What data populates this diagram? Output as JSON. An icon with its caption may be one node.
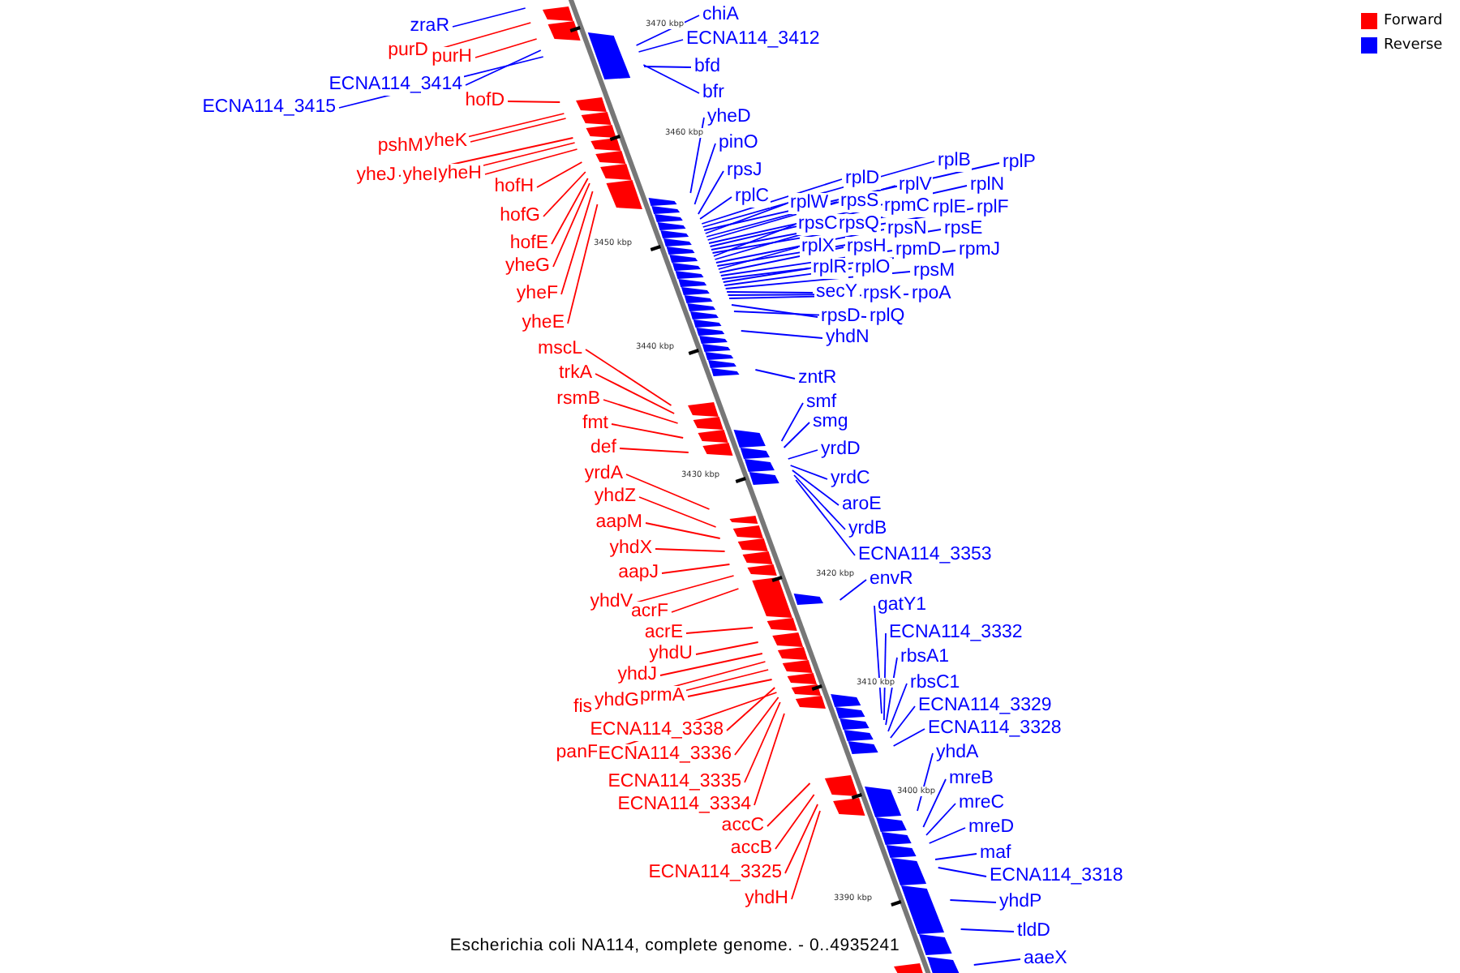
{
  "diagram": {
    "caption": "Escherichia coli NA114, complete genome. - 0..4935241",
    "nodes": [
      {
        "text": [
          "zraR"
        ]
      },
      {
        "text": [
          "purD"
        ]
      },
      {
        "text": [
          "purH"
        ]
      },
      {
        "text": [
          "ECNA114_3414"
        ]
      },
      {
        "text": [
          "ECNA114_3415"
        ]
      },
      {
        "text": [
          "hofD"
        ]
      },
      {
        "text": [
          "pshM"
        ]
      },
      {
        "text": [
          "yheK"
        ]
      },
      {
        "text": [
          "yheJ"
        ]
      },
      {
        "text": [
          "yheI"
        ]
      },
      {
        "text": [
          "yheH"
        ]
      },
      {
        "text": [
          "hofH"
        ]
      },
      {
        "text": [
          "hofG"
        ]
      },
      {
        "text": [
          "hofE"
        ]
      },
      {
        "text": [
          "yheG"
        ]
      },
      {
        "text": [
          "yheF"
        ]
      },
      {
        "text": [
          "yheE"
        ]
      },
      {
        "text": [
          "mscL"
        ]
      },
      {
        "text": [
          "trkA"
        ]
      },
      {
        "text": [
          "rsmB"
        ]
      },
      {
        "text": [
          "fmt"
        ]
      },
      {
        "text": [
          "def"
        ]
      },
      {
        "text": [
          "yrdA"
        ]
      },
      {
        "text": [
          "yhdZ"
        ]
      },
      {
        "text": [
          "aapM"
        ]
      },
      {
        "text": [
          "yhdX"
        ]
      },
      {
        "text": [
          "aapJ"
        ]
      },
      {
        "text": [
          "yhdV"
        ]
      },
      {
        "text": [
          "acrF"
        ]
      },
      {
        "text": [
          "acrE"
        ]
      },
      {
        "text": [
          "yhdU"
        ]
      },
      {
        "text": [
          "yhdJ"
        ]
      },
      {
        "text": [
          "fis"
        ]
      },
      {
        "text": [
          "yhdG"
        ]
      },
      {
        "text": [
          "prmA"
        ]
      },
      {
        "text": [
          "ECNA114_3338"
        ]
      },
      {
        "text": [
          "panF"
        ]
      },
      {
        "text": [
          "ECNA114_3336"
        ]
      },
      {
        "text": [
          "ECNA114_3335"
        ]
      },
      {
        "text": [
          "ECNA114_3334"
        ]
      },
      {
        "text": [
          "accC"
        ]
      },
      {
        "text": [
          "accB"
        ]
      },
      {
        "text": [
          "ECNA114_3325"
        ]
      },
      {
        "text": [
          "yhdH"
        ]
      },
      {
        "text": [
          "chiA"
        ]
      },
      {
        "text": [
          "ECNA114_3412"
        ]
      },
      {
        "text": [
          "bfd"
        ]
      },
      {
        "text": [
          "bfr"
        ]
      },
      {
        "text": [
          "yheD"
        ]
      },
      {
        "text": [
          "pinO"
        ]
      },
      {
        "text": [
          "rpsJ"
        ]
      },
      {
        "text": [
          "rplC"
        ]
      },
      {
        "text": [
          "rplD"
        ]
      },
      {
        "text": [
          "rplB"
        ]
      },
      {
        "text": [
          "rplP"
        ]
      },
      {
        "text": [
          "rplW"
        ]
      },
      {
        "text": [
          "rpsS"
        ]
      },
      {
        "text": [
          "rplV"
        ]
      },
      {
        "text": [
          "rplN"
        ]
      },
      {
        "text": [
          "rpmC"
        ]
      },
      {
        "text": [
          "rplE"
        ]
      },
      {
        "text": [
          "rplF"
        ]
      },
      {
        "text": [
          "rpsC"
        ]
      },
      {
        "text": [
          "rpsQ"
        ]
      },
      {
        "text": [
          "rpsN"
        ]
      },
      {
        "text": [
          "rpsE"
        ]
      },
      {
        "text": [
          "rplX"
        ]
      },
      {
        "text": [
          "rpsH"
        ]
      },
      {
        "text": [
          "rpmD"
        ]
      },
      {
        "text": [
          "rpmJ"
        ]
      },
      {
        "text": [
          "rplR"
        ]
      },
      {
        "text": [
          "rplO"
        ]
      },
      {
        "text": [
          "rpsM"
        ]
      },
      {
        "text": [
          "secY"
        ]
      },
      {
        "text": [
          "rpsK"
        ]
      },
      {
        "text": [
          "rpoA"
        ]
      },
      {
        "text": [
          "rpsD"
        ]
      },
      {
        "text": [
          "rplQ"
        ]
      },
      {
        "text": [
          "yhdN"
        ]
      },
      {
        "text": [
          "zntR"
        ]
      },
      {
        "text": [
          "smf"
        ]
      },
      {
        "text": [
          "smg"
        ]
      },
      {
        "text": [
          "yrdD"
        ]
      },
      {
        "text": [
          "yrdC"
        ]
      },
      {
        "text": [
          "aroE"
        ]
      },
      {
        "text": [
          "yrdB"
        ]
      },
      {
        "text": [
          "ECNA114_3353"
        ]
      },
      {
        "text": [
          "envR"
        ]
      },
      {
        "text": [
          "gatY1"
        ]
      },
      {
        "text": [
          "ECNA114_3332"
        ]
      },
      {
        "text": [
          "rbsA1"
        ]
      },
      {
        "text": [
          "rbsC1"
        ]
      },
      {
        "text": [
          "ECNA114_3329"
        ]
      },
      {
        "text": [
          "ECNA114_3328"
        ]
      },
      {
        "text": [
          "yhdA"
        ]
      },
      {
        "text": [
          "mreB"
        ]
      },
      {
        "text": [
          "mreC"
        ]
      },
      {
        "text": [
          "mreD"
        ]
      },
      {
        "text": [
          "maf"
        ]
      },
      {
        "text": [
          "ECNA114_3318"
        ]
      },
      {
        "text": [
          "yhdP"
        ]
      },
      {
        "text": [
          "tldD"
        ]
      },
      {
        "text": [
          "aaeX"
        ]
      }
    ],
    "edges": [
      {
        "from": 0,
        "to": null,
        "arrow": "none"
      },
      {
        "from": 1,
        "to": null,
        "arrow": "none",
        "color": "#ff0000"
      },
      {
        "from": 2,
        "to": null,
        "arrow": "none",
        "color": "#ff0000"
      },
      {
        "from": 3,
        "to": null,
        "arrow": "none"
      },
      {
        "from": 4,
        "to": null,
        "arrow": "none"
      },
      {
        "from": 5,
        "to": null,
        "arrow": "none",
        "color": "#ff0000"
      },
      {
        "from": 6,
        "to": null,
        "arrow": "none",
        "color": "#ff0000"
      },
      {
        "from": 7,
        "to": null,
        "arrow": "none",
        "color": "#ff0000"
      },
      {
        "from": 8,
        "to": null,
        "arrow": "none",
        "color": "#ff0000"
      },
      {
        "from": 9,
        "to": null,
        "arrow": "none",
        "color": "#ff0000"
      },
      {
        "from": 10,
        "to": null,
        "arrow": "none",
        "color": "#ff0000"
      },
      {
        "from": 11,
        "to": null,
        "arrow": "none",
        "color": "#ff0000"
      },
      {
        "from": 12,
        "to": null,
        "arrow": "none",
        "color": "#ff0000"
      },
      {
        "from": 13,
        "to": null,
        "arrow": "none",
        "color": "#ff0000"
      },
      {
        "from": 14,
        "to": null,
        "arrow": "none",
        "color": "#ff0000"
      },
      {
        "from": 15,
        "to": null,
        "arrow": "none",
        "color": "#ff0000"
      },
      {
        "from": 16,
        "to": null,
        "arrow": "none",
        "color": "#ff0000"
      },
      {
        "from": 17,
        "to": null,
        "arrow": "none",
        "color": "#ff0000"
      },
      {
        "from": 18,
        "to": null,
        "arrow": "none",
        "color": "#ff0000"
      },
      {
        "from": 19,
        "to": null,
        "arrow": "none",
        "color": "#ff0000"
      },
      {
        "from": 20,
        "to": null,
        "arrow": "none",
        "color": "#ff0000"
      },
      {
        "from": 21,
        "to": null,
        "arrow": "none",
        "color": "#ff0000"
      },
      {
        "from": 22,
        "to": null,
        "arrow": "none",
        "color": "#ff0000"
      },
      {
        "from": 23,
        "to": null,
        "arrow": "none",
        "color": "#ff0000"
      },
      {
        "from": 24,
        "to": null,
        "arrow": "none",
        "color": "#ff0000"
      },
      {
        "from": 25,
        "to": null,
        "arrow": "none",
        "color": "#ff0000"
      },
      {
        "from": 26,
        "to": null,
        "arrow": "none",
        "color": "#ff0000"
      },
      {
        "from": 27,
        "to": null,
        "arrow": "none",
        "color": "#ff0000"
      },
      {
        "from": 28,
        "to": null,
        "arrow": "none",
        "color": "#ff0000"
      },
      {
        "from": 29,
        "to": null,
        "arrow": "none",
        "color": "#ff0000"
      },
      {
        "from": 30,
        "to": null,
        "arrow": "none",
        "color": "#ff0000"
      },
      {
        "from": 31,
        "to": null,
        "arrow": "none",
        "color": "#ff0000"
      },
      {
        "from": 32,
        "to": null,
        "arrow": "none",
        "color": "#ff0000"
      },
      {
        "from": 33,
        "to": null,
        "arrow": "none",
        "color": "#ff0000"
      },
      {
        "from": 34,
        "to": null,
        "arrow": "none",
        "color": "#ff0000"
      },
      {
        "from": 35,
        "to": null,
        "arrow": "none",
        "color": "#ff0000"
      },
      {
        "from": 36,
        "to": null,
        "arrow": "none",
        "color": "#ff0000"
      },
      {
        "from": 37,
        "to": null,
        "arrow": "none",
        "color": "#ff0000"
      },
      {
        "from": 38,
        "to": null,
        "arrow": "none",
        "color": "#ff0000"
      },
      {
        "from": 39,
        "to": null,
        "arrow": "none",
        "color": "#ff0000"
      },
      {
        "from": 40,
        "to": null,
        "arrow": "none",
        "color": "#ff0000"
      },
      {
        "from": 41,
        "to": null,
        "arrow": "none",
        "color": "#ff0000"
      },
      {
        "from": 42,
        "to": null,
        "arrow": "none",
        "color": "#ff0000"
      },
      {
        "from": 43,
        "to": null,
        "arrow": "none",
        "color": "#ff0000"
      },
      {
        "from": 44,
        "to": null,
        "arrow": "none"
      },
      {
        "from": 45,
        "to": null,
        "arrow": "none"
      },
      {
        "from": 46,
        "to": null,
        "arrow": "none"
      },
      {
        "from": 47,
        "to": null,
        "arrow": "none"
      },
      {
        "from": 48,
        "to": null,
        "arrow": "none"
      },
      {
        "from": 49,
        "to": null,
        "arrow": "none"
      },
      {
        "from": 50,
        "to": null,
        "arrow": "none"
      },
      {
        "from": 51,
        "to": null,
        "arrow": "none"
      },
      {
        "from": 52,
        "to": null,
        "arrow": "none"
      },
      {
        "from": 53,
        "to": null,
        "arrow": "none"
      },
      {
        "from": 54,
        "to": null,
        "arrow": "none"
      },
      {
        "from": 55,
        "to": null,
        "arrow": "none"
      },
      {
        "from": 56,
        "to": null,
        "arrow": "none"
      },
      {
        "from": 57,
        "to": null,
        "arrow": "none"
      },
      {
        "from": 58,
        "to": null,
        "arrow": "none"
      },
      {
        "from": 59,
        "to": null,
        "arrow": "none"
      },
      {
        "from": 60,
        "to": null,
        "arrow": "none"
      },
      {
        "from": 61,
        "to": null,
        "arrow": "none"
      },
      {
        "from": 62,
        "to": null,
        "arrow": "none"
      },
      {
        "from": 63,
        "to": null,
        "arrow": "none"
      },
      {
        "from": 64,
        "to": null,
        "arrow": "none"
      },
      {
        "from": 65,
        "to": null,
        "arrow": "none"
      },
      {
        "from": 66,
        "to": null,
        "arrow": "none"
      },
      {
        "from": 67,
        "to": null,
        "arrow": "none"
      },
      {
        "from": 68,
        "to": null,
        "arrow": "none"
      },
      {
        "from": 69,
        "to": null,
        "arrow": "none"
      },
      {
        "from": 70,
        "to": null,
        "arrow": "none"
      },
      {
        "from": 71,
        "to": null,
        "arrow": "none"
      },
      {
        "from": 72,
        "to": null,
        "arrow": "none"
      },
      {
        "from": 73,
        "to": null,
        "arrow": "none"
      },
      {
        "from": 74,
        "to": null,
        "arrow": "none"
      },
      {
        "from": 75,
        "to": null,
        "arrow": "none"
      },
      {
        "from": 76,
        "to": null,
        "arrow": "none"
      },
      {
        "from": 77,
        "to": null,
        "arrow": "none"
      },
      {
        "from": 78,
        "to": null,
        "arrow": "none"
      },
      {
        "from": 79,
        "to": null,
        "arrow": "none"
      },
      {
        "from": 80,
        "to": null,
        "arrow": "none"
      },
      {
        "from": 81,
        "to": null,
        "arrow": "none"
      },
      {
        "from": 82,
        "to": null,
        "arrow": "none"
      },
      {
        "from": 83,
        "to": null,
        "arrow": "none"
      },
      {
        "from": 84,
        "to": null,
        "arrow": "none"
      },
      {
        "from": 85,
        "to": null,
        "arrow": "none"
      },
      {
        "from": 86,
        "to": null,
        "arrow": "none"
      },
      {
        "from": 87,
        "to": null,
        "arrow": "none"
      },
      {
        "from": 88,
        "to": null,
        "arrow": "none"
      },
      {
        "from": 89,
        "to": null,
        "arrow": "none"
      },
      {
        "from": 90,
        "to": null,
        "arrow": "none"
      },
      {
        "from": 91,
        "to": null,
        "arrow": "none"
      },
      {
        "from": 92,
        "to": null,
        "arrow": "none"
      },
      {
        "from": 93,
        "to": null,
        "arrow": "none"
      },
      {
        "from": 94,
        "to": null,
        "arrow": "none"
      },
      {
        "from": 95,
        "to": null,
        "arrow": "none"
      },
      {
        "from": 96,
        "to": null,
        "arrow": "none"
      },
      {
        "from": 97,
        "to": null,
        "arrow": "none"
      },
      {
        "from": 98,
        "to": null,
        "arrow": "none"
      },
      {
        "from": 99,
        "to": null,
        "arrow": "none"
      },
      {
        "from": 100,
        "to": null,
        "arrow": "none"
      },
      {
        "from": 101,
        "to": null,
        "arrow": "none"
      },
      {
        "from": 102,
        "to": null,
        "arrow": "none"
      }
    ],
    "labels": [
      "3470 kbp",
      "3460 kbp",
      "3450 kbp",
      "3440 kbp",
      "3430 kbp",
      "3420 kbp",
      "3410 kbp",
      "3400 kbp",
      "3390 kbp"
    ],
    "legend": [
      {
        "text": "Forward",
        "color": "#ff0000"
      },
      {
        "text": "Reverse",
        "color": "#0000ff"
      }
    ]
  }
}
